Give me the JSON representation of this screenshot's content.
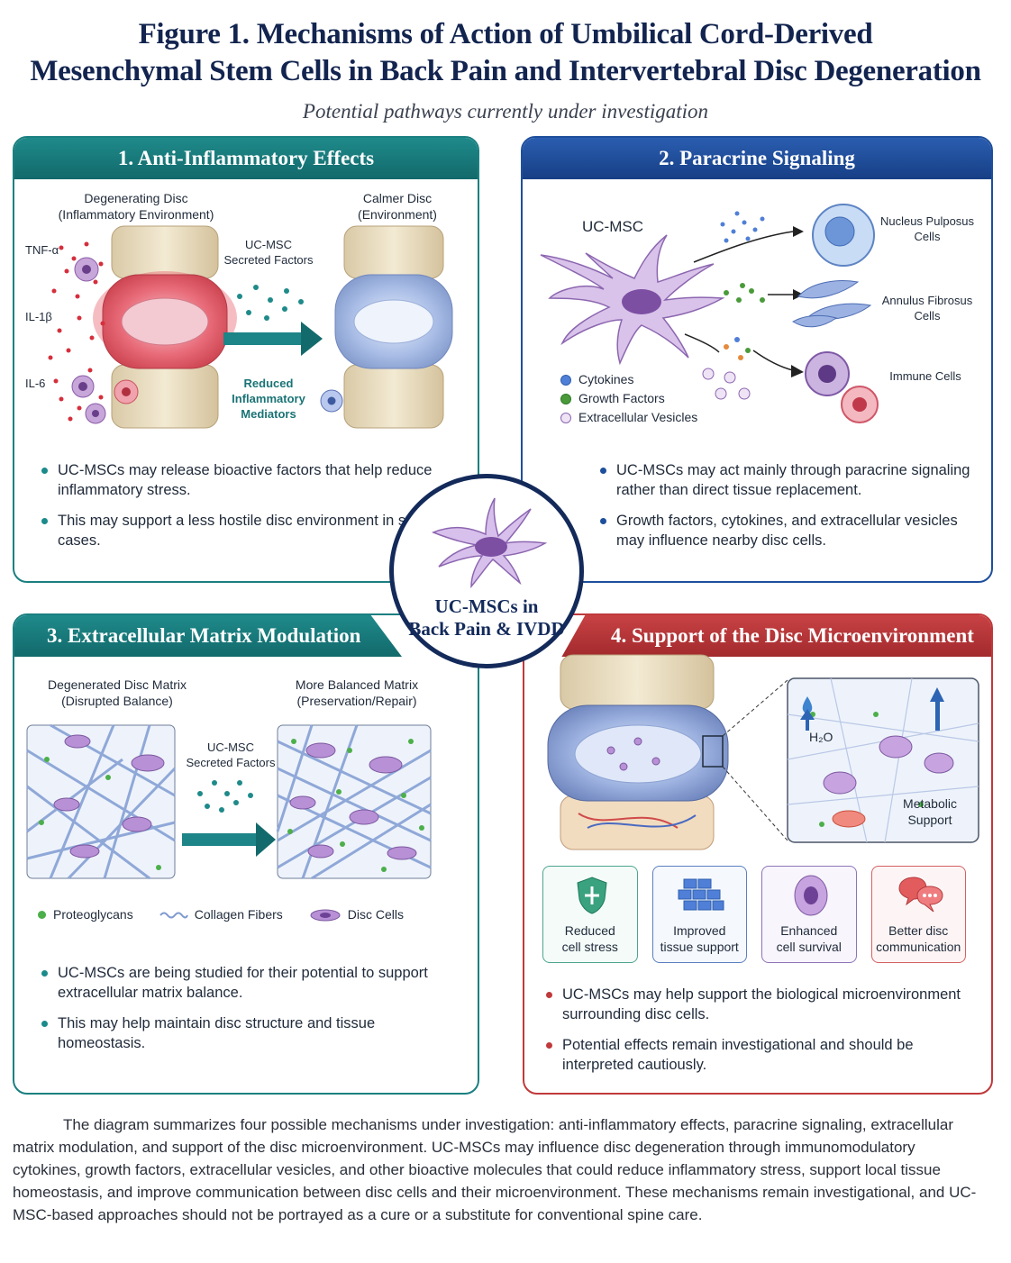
{
  "title_line1": "Figure 1. Mechanisms of Action of Umbilical Cord-Derived",
  "title_line2": "Mesenchymal Stem Cells in Back Pain and Intervertebral Disc Degeneration",
  "subtitle": "Potential pathways currently under investigation",
  "center": {
    "line1": "UC-MSCs in",
    "line2": "Back Pain & IVDD"
  },
  "panel1": {
    "heading": "1. Anti-Inflammatory Effects",
    "left_label1": "Degenerating Disc",
    "left_label2": "(Inflammatory Environment)",
    "right_label1": "Calmer Disc",
    "right_label2": "(Environment)",
    "secreted1": "UC-MSC",
    "secreted2": "Secreted Factors",
    "tnf": "TNF-α",
    "il1": "IL-1β",
    "il6": "IL-6",
    "reduced1": "Reduced",
    "reduced2": "Inflammatory",
    "reduced3": "Mediators",
    "bullets": [
      "UC-MSCs may release bioactive factors that help reduce inflammatory stress.",
      "This may support a less hostile disc environment in selected cases."
    ]
  },
  "panel2": {
    "heading": "2. Paracrine Signaling",
    "ucmsc": "UC-MSC",
    "np1": "Nucleus Pulposus",
    "np2": "Cells",
    "af1": "Annulus Fibrosus",
    "af2": "Cells",
    "immune": "Immune Cells",
    "legend": [
      "Cytokines",
      "Growth Factors",
      "Extracellular Vesicles"
    ],
    "bullets": [
      "UC-MSCs may act mainly through paracrine signaling rather than direct tissue replacement.",
      "Growth factors, cytokines, and extracellular vesicles may influence nearby disc cells."
    ]
  },
  "panel3": {
    "heading": "3. Extracellular Matrix Modulation",
    "left_label1": "Degenerated Disc Matrix",
    "left_label2": "(Disrupted Balance)",
    "right_label1": "More Balanced Matrix",
    "right_label2": "(Preservation/Repair)",
    "secreted1": "UC-MSC",
    "secreted2": "Secreted Factors",
    "legend": [
      "Proteoglycans",
      "Collagen Fibers",
      "Disc Cells"
    ],
    "bullets": [
      "UC-MSCs are being studied for their potential to support extracellular matrix balance.",
      "This may help maintain disc structure and tissue homeostasis."
    ]
  },
  "panel4": {
    "heading": "4. Support of the Disc Microenvironment",
    "h2o": "H₂O",
    "metabolic1": "Metabolic",
    "metabolic2": "Support",
    "cards": [
      {
        "line1": "Reduced",
        "line2": "cell stress",
        "icon": "shield-icon"
      },
      {
        "line1": "Improved",
        "line2": "tissue support",
        "icon": "bricks-icon"
      },
      {
        "line1": "Enhanced",
        "line2": "cell survival",
        "icon": "cell-icon"
      },
      {
        "line1": "Better disc",
        "line2": "communication",
        "icon": "chat-bubbles-icon"
      }
    ],
    "bullets": [
      "UC-MSCs may help support the biological microenvironment surrounding disc cells.",
      "Potential effects remain investigational and should be interpreted cautiously."
    ]
  },
  "caption": "The diagram summarizes four possible mechanisms under investigation: anti-inflammatory effects, paracrine signaling, extracellular matrix modulation, and support of the disc microenvironment. UC-MSCs may influence disc degeneration through immunomodulatory cytokines, growth factors, extracellular vesicles, and other bioactive molecules that could reduce inflammatory stress, support local tissue homeostasis, and improve communication between disc cells and their microenvironment. These mechanisms remain investigational, and UC-MSC-based approaches should not be portrayed as a cure or a substitute for conventional spine care.",
  "colors": {
    "navy": "#132a5a",
    "teal": "#1b7f80",
    "blue": "#1e4f9c",
    "red": "#c0393b"
  }
}
